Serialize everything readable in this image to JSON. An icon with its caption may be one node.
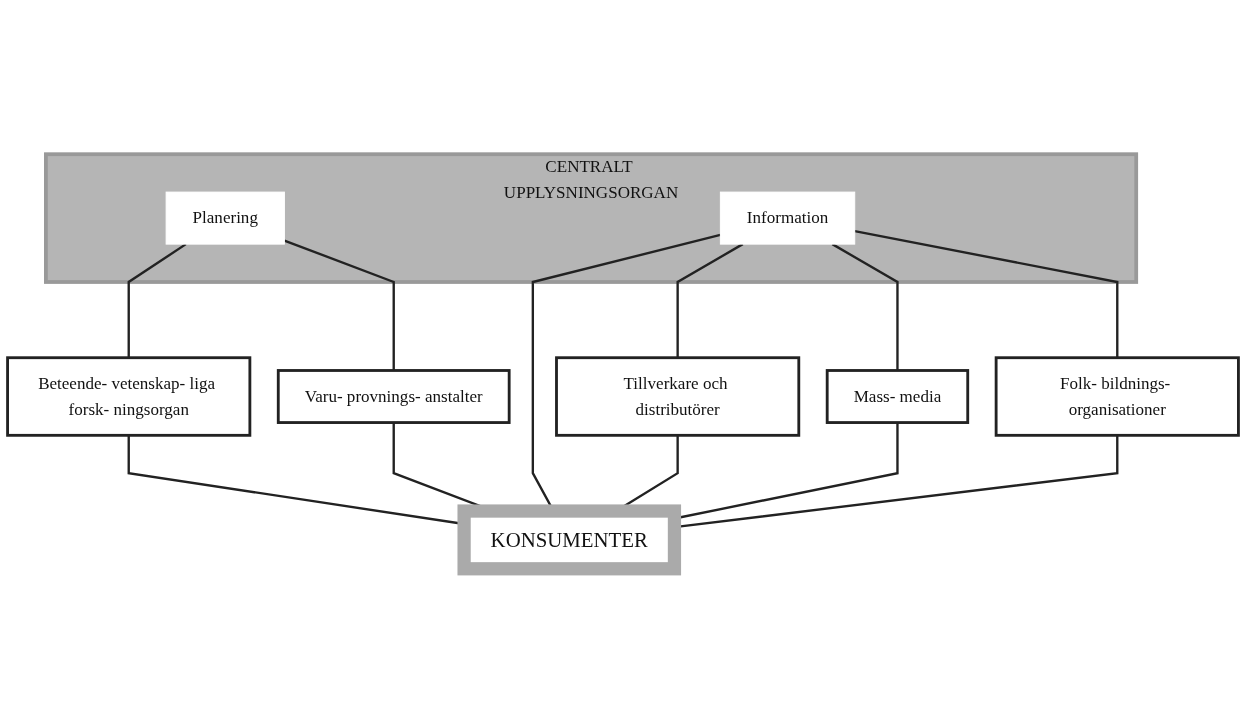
{
  "diagram": {
    "nodes": [
      {
        "text": [
          "CENTRALT UPPLYSNINGSORGAN"
        ]
      },
      {
        "text": [
          "Planering"
        ],
        "in": 0
      },
      {
        "text": [
          "Information"
        ],
        "in": 0
      },
      {
        "text": [
          "Beteende- vetenskap- liga forsk- ningsorgan"
        ]
      },
      {
        "text": [
          "Varu- provnings- anstalter"
        ]
      },
      {
        "text": [
          "Tillverkare och distributörer"
        ]
      },
      {
        "text": [
          "Mass- media"
        ]
      },
      {
        "text": [
          "Folk- bildnings- organisationer"
        ]
      },
      {
        "text": [
          "KONSUMENTER"
        ]
      }
    ],
    "edges": [
      {
        "from": 1,
        "to": 3,
        "arrow": "none"
      },
      {
        "from": 1,
        "to": 4,
        "arrow": "none"
      },
      {
        "from": 2,
        "to": 8,
        "arrow": "none"
      },
      {
        "from": 2,
        "to": 5,
        "arrow": "none"
      },
      {
        "from": 2,
        "to": 6,
        "arrow": "none"
      },
      {
        "from": 2,
        "to": 7,
        "arrow": "none"
      },
      {
        "from": 3,
        "to": 8,
        "arrow": "none"
      },
      {
        "from": 4,
        "to": 8,
        "arrow": "none"
      },
      {
        "from": 5,
        "to": 8,
        "arrow": "none"
      },
      {
        "from": 6,
        "to": 8,
        "arrow": "none"
      },
      {
        "from": 7,
        "to": 8,
        "arrow": "none"
      }
    ]
  }
}
